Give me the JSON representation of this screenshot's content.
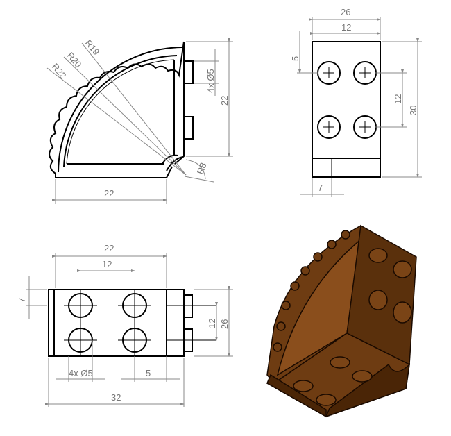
{
  "title": "Corner brick technical drawing",
  "views": {
    "top": {
      "radius_labels": [
        "R19",
        "R20",
        "R22"
      ],
      "corner_radius": "R8",
      "width": "22",
      "height": "22",
      "hole_callout": "4x Ø5"
    },
    "side": {
      "width": "26",
      "hole_spacing_h": "12",
      "offset_top": "5",
      "hole_spacing_v": "12",
      "height": "30",
      "bottom_offset": "7"
    },
    "front": {
      "inner_width": "22",
      "hole_spacing_h": "12",
      "left_offset": "7",
      "hole_spacing_v": "12",
      "height": "26",
      "hole_callout": "4x Ø5",
      "right_offset": "5",
      "total_width": "32"
    },
    "iso": {
      "fill_color": "#6e3c12",
      "shade_color": "#4a2506",
      "light_color": "#9a5a22"
    }
  }
}
